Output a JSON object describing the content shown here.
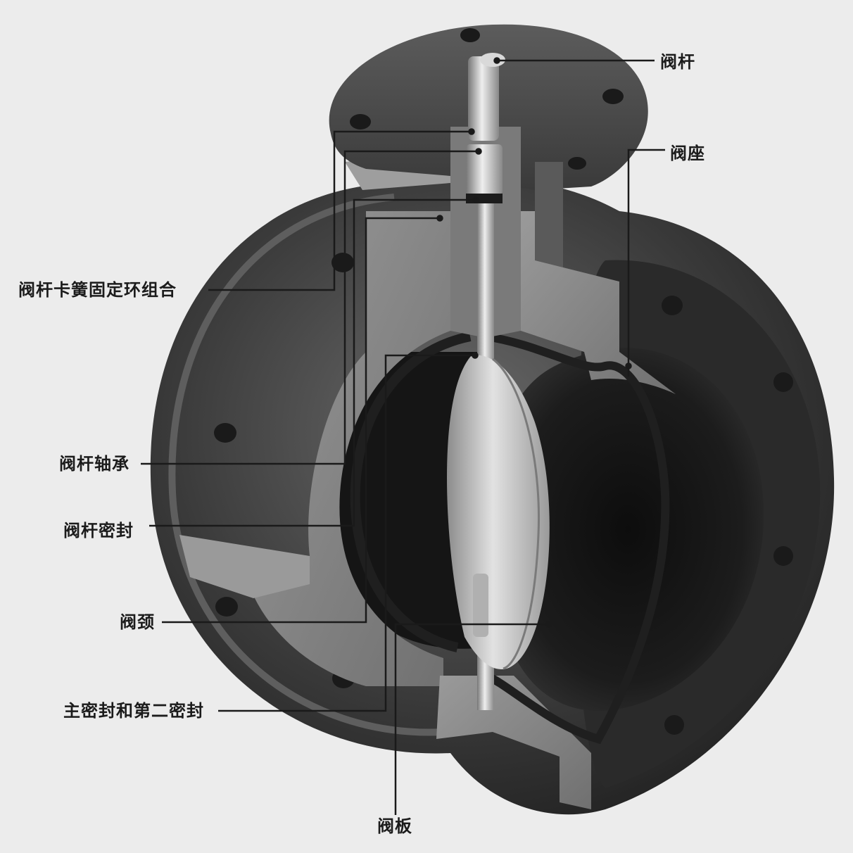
{
  "labels": {
    "stem": "阀杆",
    "seat": "阀座",
    "clip_ring_assembly": "阀杆卡簧固定环组合",
    "stem_bearing": "阀杆轴承",
    "stem_seal": "阀杆密封",
    "neck": "阀颈",
    "primary_secondary_seal": "主密封和第二密封",
    "disc": "阀板"
  },
  "colors": {
    "background": "#ececec",
    "body_dark": "#2f2f2f",
    "body_mid": "#5a5a5a",
    "cut_face": "#8a8a8a",
    "disc": "#c9c9c9",
    "leader_line": "#1a1a1a"
  }
}
